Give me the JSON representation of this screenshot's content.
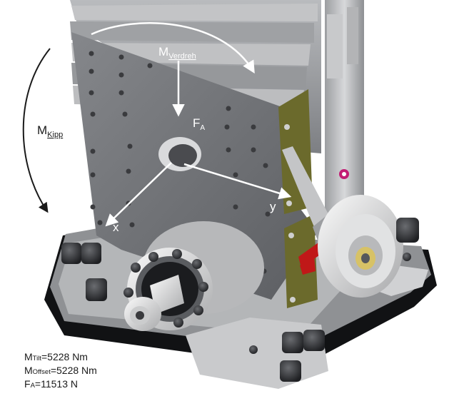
{
  "labels": {
    "m_verdreh": {
      "main": "M",
      "sub": "Verdreh"
    },
    "m_kipp": {
      "main": "M",
      "sub": "Kipp"
    },
    "f_a": {
      "main": "F",
      "sub": "A"
    },
    "axis_x": "x",
    "axis_y": "y"
  },
  "summary": [
    {
      "main": "M",
      "sub": "Tilt",
      "value": "=5228 Nm"
    },
    {
      "main": "M",
      "sub": "Offset",
      "value": "=5228 Nm"
    },
    {
      "main": "F",
      "sub": "A",
      "value": "=11513 N"
    }
  ],
  "colors": {
    "plate": "#6e7074",
    "bracket": "#6b6a2c",
    "base": "#8b8d90",
    "accent_red": "#c01818",
    "accent_pink": "#c21d74"
  }
}
